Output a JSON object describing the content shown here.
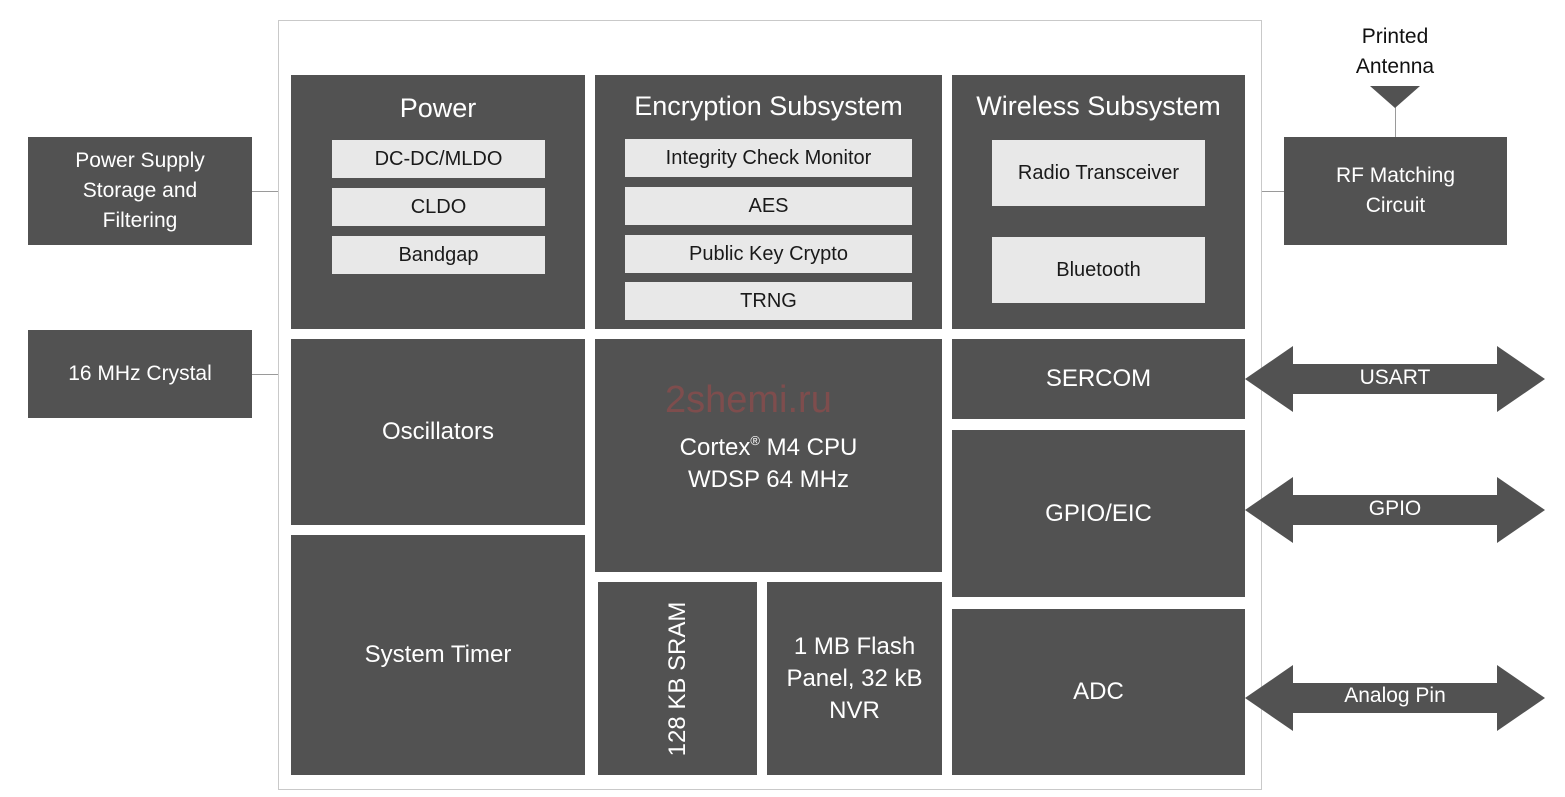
{
  "external": {
    "power_supply": "Power Supply\nStorage and\nFiltering",
    "crystal": "16 MHz Crystal",
    "rf_matching": "RF Matching\nCircuit",
    "antenna": "Printed\nAntenna"
  },
  "power": {
    "title": "Power",
    "items": [
      "DC-DC/MLDO",
      "CLDO",
      "Bandgap"
    ]
  },
  "encryption": {
    "title": "Encryption Subsystem",
    "items": [
      "Integrity Check Monitor",
      "AES",
      "Public Key Crypto",
      "TRNG"
    ]
  },
  "wireless": {
    "title": "Wireless Subsystem",
    "items": [
      "Radio Transceiver",
      "Bluetooth"
    ]
  },
  "blocks": {
    "oscillators": "Oscillators",
    "system_timer": "System Timer",
    "cpu_line1": "Cortex",
    "cpu_reg": "®",
    "cpu_line1b": " M4 CPU",
    "cpu_line2": "WDSP 64 MHz",
    "sram": "128 KB SRAM",
    "flash": "1 MB Flash\nPanel, 32 kB\nNVR",
    "sercom": "SERCOM",
    "gpio_eic": "GPIO/EIC",
    "adc": "ADC"
  },
  "arrows": {
    "usart": "USART",
    "gpio": "GPIO",
    "analog": "Analog Pin"
  },
  "watermark": "2shemi.ru",
  "colors": {
    "block": "#525252",
    "sub_block": "#e8e8e8",
    "arrow": "#525252",
    "watermark": "#a34a4a"
  }
}
